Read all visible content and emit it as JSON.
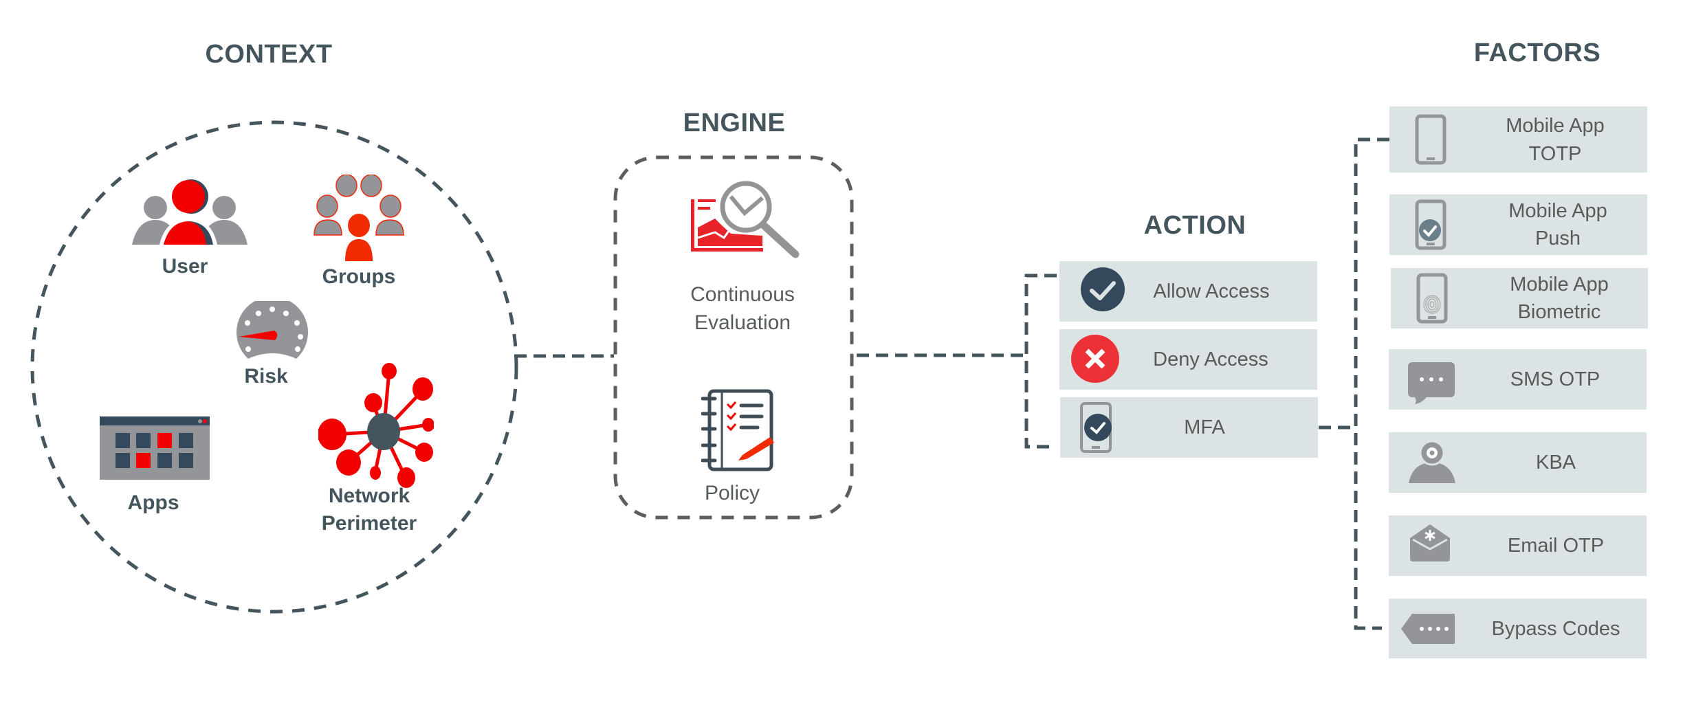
{
  "sections": {
    "context": {
      "title": "CONTEXT",
      "items": [
        {
          "label": "User",
          "icon": "user-icon"
        },
        {
          "label": "Groups",
          "icon": "groups-icon"
        },
        {
          "label": "Risk",
          "icon": "risk-gauge-icon"
        },
        {
          "label": "Apps",
          "icon": "apps-icon"
        },
        {
          "label_line1": "Network",
          "label_line2": "Perimeter",
          "icon": "network-icon"
        }
      ]
    },
    "engine": {
      "title": "ENGINE",
      "items": [
        {
          "label_line1": "Continuous",
          "label_line2": "Evaluation",
          "icon": "chart-magnifier-icon"
        },
        {
          "label": "Policy",
          "icon": "policy-checklist-icon"
        }
      ]
    },
    "action": {
      "title": "ACTION",
      "items": [
        {
          "label": "Allow Access",
          "icon": "check-circle-icon"
        },
        {
          "label": "Deny Access",
          "icon": "x-circle-icon"
        },
        {
          "label": "MFA",
          "icon": "phone-check-icon"
        }
      ]
    },
    "factors": {
      "title": "FACTORS",
      "items": [
        {
          "label_line1": "Mobile App",
          "label_line2": "TOTP",
          "icon": "mobile-phone-icon"
        },
        {
          "label_line1": "Mobile App",
          "label_line2": "Push",
          "icon": "phone-push-icon"
        },
        {
          "label_line1": "Mobile App",
          "label_line2": "Biometric",
          "icon": "phone-fingerprint-icon"
        },
        {
          "label": "SMS OTP",
          "icon": "sms-bubble-icon"
        },
        {
          "label": "KBA",
          "icon": "user-gear-icon"
        },
        {
          "label": "Email OTP",
          "icon": "email-asterisk-icon"
        },
        {
          "label": "Bypass Codes",
          "icon": "code-tag-icon"
        }
      ]
    }
  },
  "colors": {
    "heading": "#44555e",
    "accent_red": "#f20000",
    "navy": "#344a5c",
    "icon_gray": "#939598",
    "box_bg": "#dce3e5",
    "connector": "#44555e"
  }
}
